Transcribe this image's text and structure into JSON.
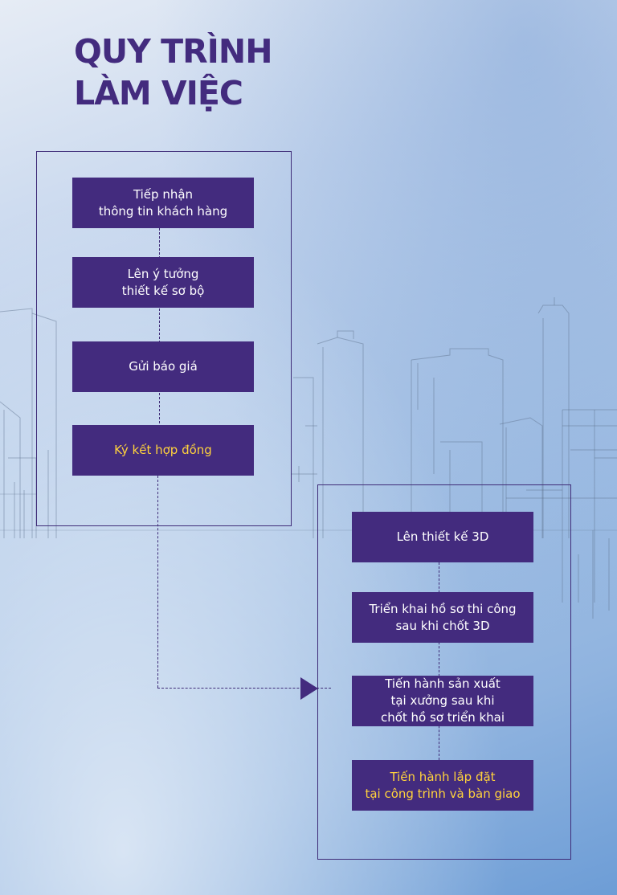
{
  "title": {
    "line1": "QUY TRÌNH",
    "line2": "LÀM VIỆC"
  },
  "colors": {
    "primary": "#432b7e",
    "highlight_text": "#ffd23c",
    "text": "#ffffff"
  },
  "phase1": {
    "steps": [
      {
        "label": "Tiếp nhận\nthông tin khách hàng",
        "highlight": false
      },
      {
        "label": "Lên ý tưởng\nthiết kế sơ bộ",
        "highlight": false
      },
      {
        "label": "Gửi báo giá",
        "highlight": false
      },
      {
        "label": "Ký kết hợp đồng",
        "highlight": true
      }
    ]
  },
  "phase2": {
    "steps": [
      {
        "label": "Lên thiết kế 3D",
        "highlight": false
      },
      {
        "label": "Triển khai hồ sơ thi công\nsau khi chốt 3D",
        "highlight": false
      },
      {
        "label": "Tiến hành sản xuất\ntại xưởng sau khi\nchốt hồ sơ triển khai",
        "highlight": false
      },
      {
        "label": "Tiến hành lắp đặt\ntại công trình và bàn giao",
        "highlight": true
      }
    ]
  }
}
